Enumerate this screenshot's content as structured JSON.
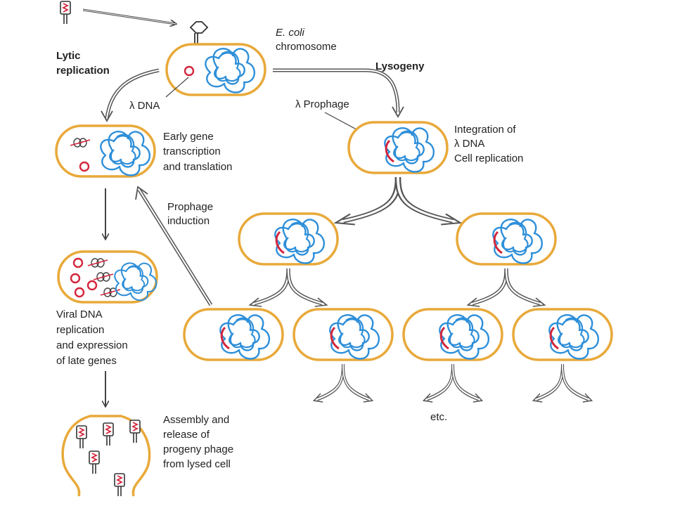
{
  "colors": {
    "cell_outline": "#e8a93a",
    "chromosome": "#2e8fd9",
    "lambda_dna": "#d3263d",
    "arrow": "#444444",
    "text": "#222222"
  },
  "labels": {
    "ecoli_line1": "E. coli",
    "ecoli_line2": "chromosome",
    "lytic_line1": "Lytic",
    "lytic_line2": "replication",
    "lysogeny": "Lysogeny",
    "lambda_dna": "λ DNA",
    "lambda_prophage": "λ Prophage",
    "integration_line1": "Integration of",
    "integration_line2": "λ DNA",
    "integration_line3": "Cell replication",
    "early_line1": "Early gene",
    "early_line2": "transcription",
    "early_line3": "and translation",
    "induction_line1": "Prophage",
    "induction_line2": "induction",
    "viral_line1": "Viral DNA",
    "viral_line2": "replication",
    "viral_line3": "and expression",
    "viral_line4": "of late genes",
    "assembly_line1": "Assembly and",
    "assembly_line2": "release of",
    "assembly_line3": "progeny phage",
    "assembly_line4": "from lysed cell",
    "etc": "etc."
  }
}
